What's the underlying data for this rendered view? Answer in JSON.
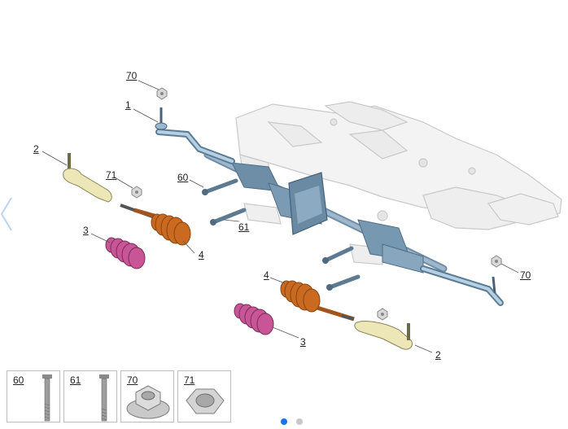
{
  "callouts": {
    "c70_top": "70",
    "c1": "1",
    "c2_left": "2",
    "c71": "71",
    "c60": "60",
    "c61": "61",
    "c3_left": "3",
    "c4_left": "4",
    "c4_right": "4",
    "c3_right": "3",
    "c2_right": "2",
    "c70_right": "70"
  },
  "thumbnails": [
    {
      "label": "60",
      "part": "bolt-long"
    },
    {
      "label": "61",
      "part": "bolt-short"
    },
    {
      "label": "70",
      "part": "flange-nut"
    },
    {
      "label": "71",
      "part": "hex-nut"
    }
  ],
  "carousel": {
    "pages": 2,
    "active_index": 0
  },
  "colors": {
    "accent": "#1a73e8",
    "dot_inactive": "#c8c8c8",
    "boot_orange": "#c86a1e",
    "boot_pink": "#c4508e",
    "tie_rod_blue": "#aac7de",
    "tie_rod_end_yellow": "#ece6b6",
    "frame": "#f2f2f2",
    "gear_housing": "#7a9cb6"
  },
  "icons": {
    "nav_prev": "chevron-left-icon"
  }
}
